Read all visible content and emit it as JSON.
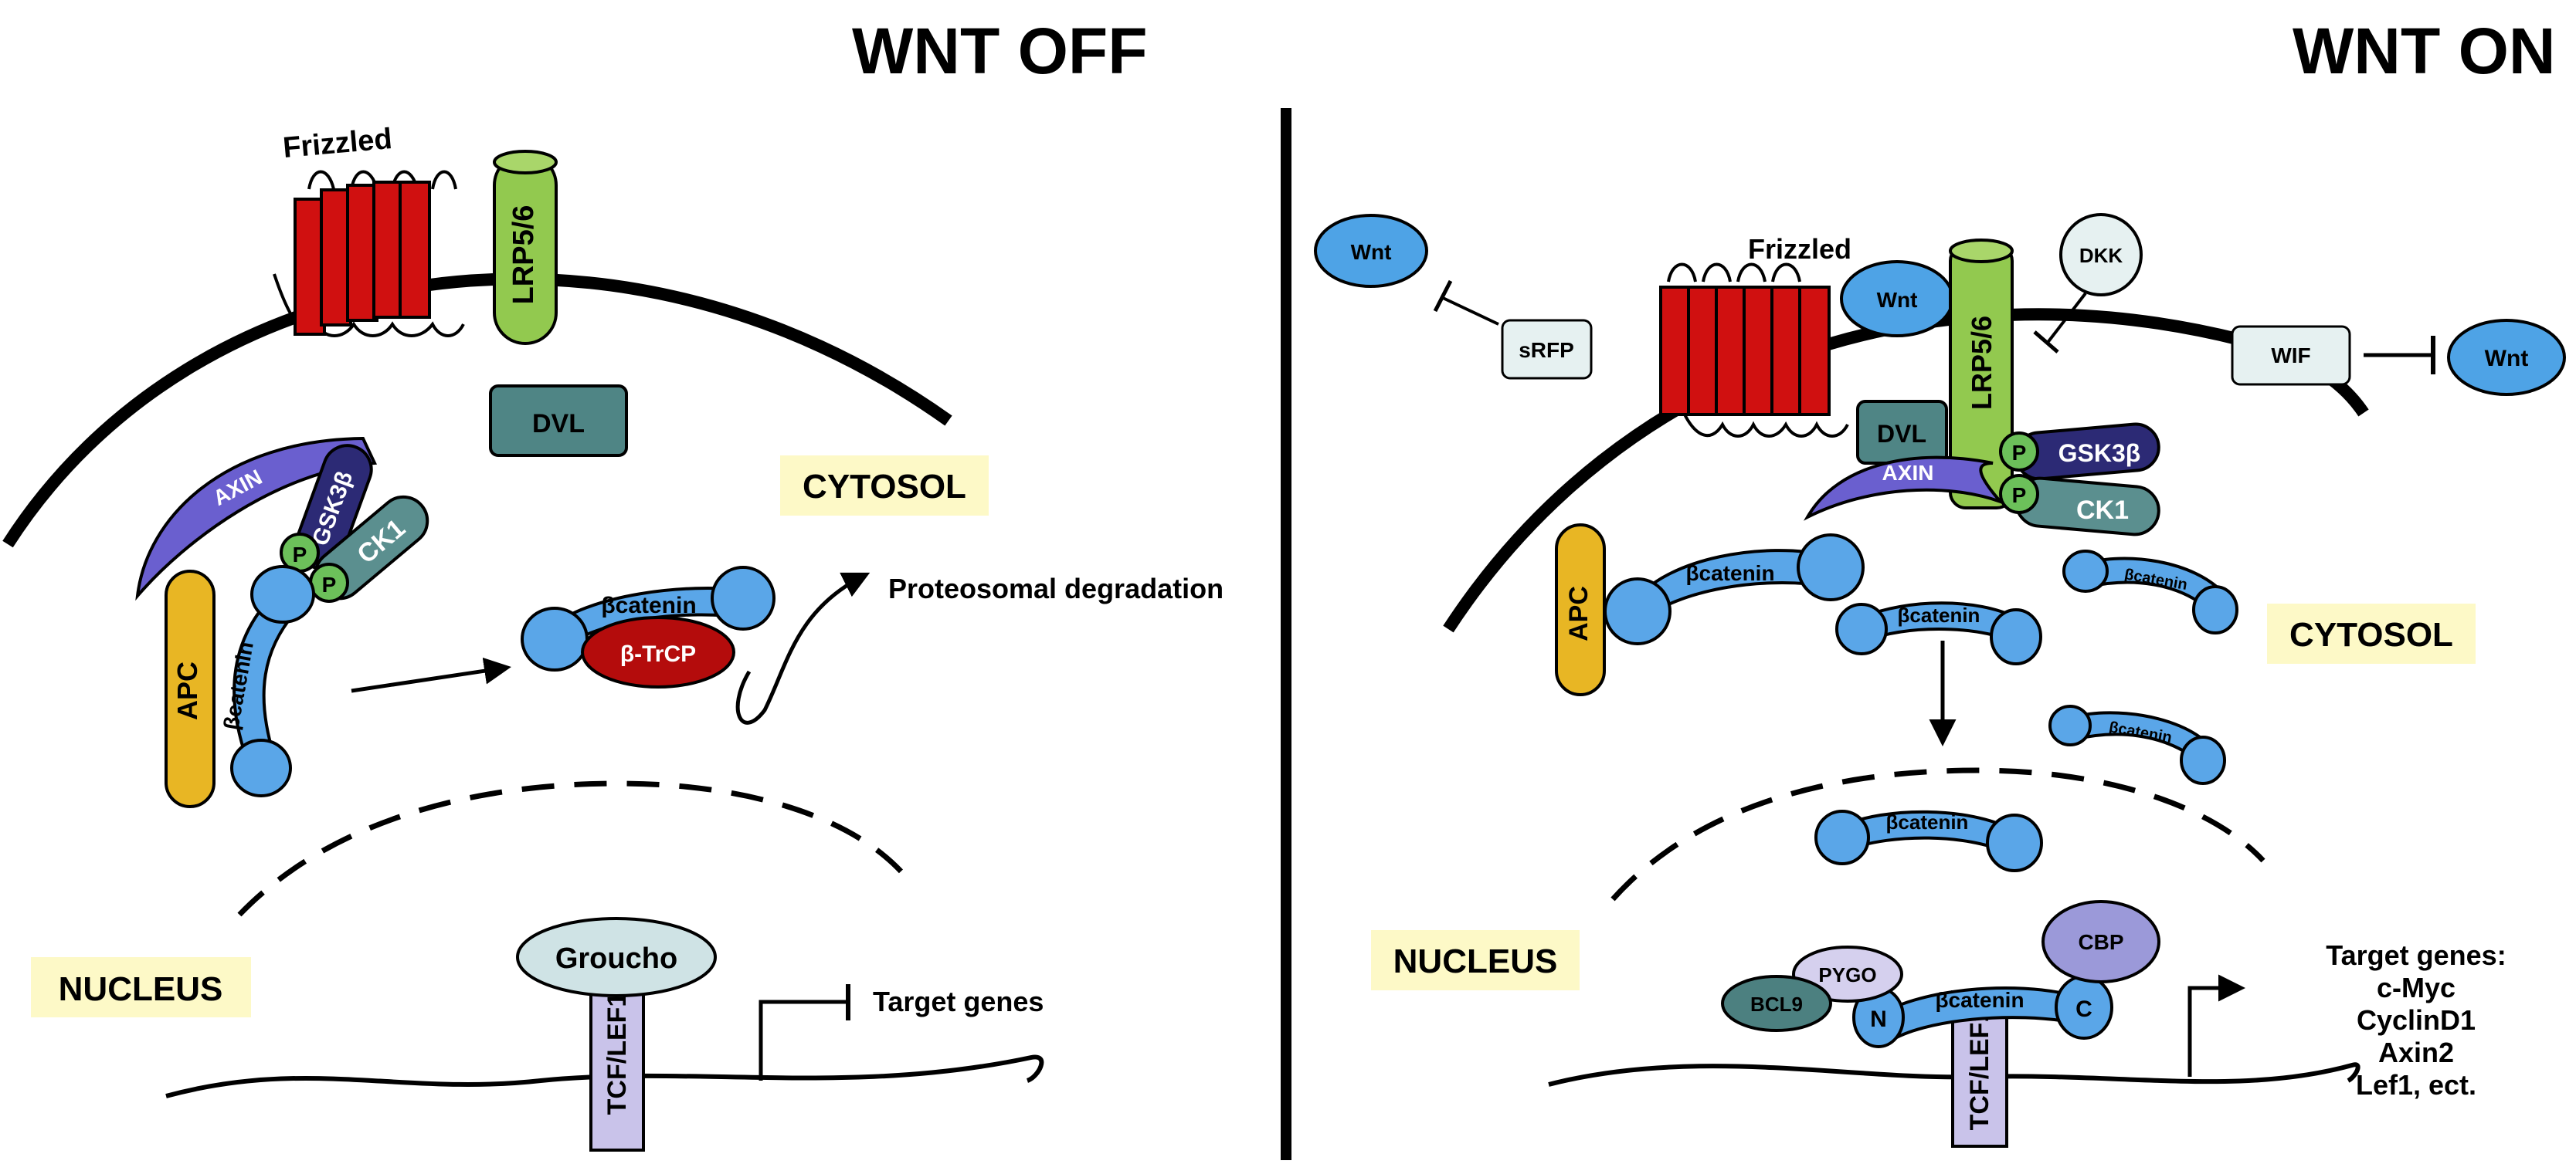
{
  "left_panel": {
    "title": "WNT OFF",
    "frizzled": "Frizzled",
    "lrp": "LRP5/6",
    "dvl": "DVL",
    "axin": "AXIN",
    "gsk3b": "GSK3β",
    "ck1": "CK1",
    "phospho": "P",
    "apc": "APC",
    "bcatenin": "βcatenin",
    "btrcp": "β-TrCP",
    "degradation": "Proteosomal degradation",
    "cytosol": "CYTOSOL",
    "nucleus": "NUCLEUS",
    "groucho": "Groucho",
    "tcf": "TCF/LEF1",
    "target_genes": "Target genes"
  },
  "right_panel": {
    "title": "WNT ON",
    "wnt": "Wnt",
    "sfrp": "sRFP",
    "frizzled": "Frizzled",
    "lrp": "LRP5/6",
    "dkk": "DKK",
    "wif": "WIF",
    "dvl": "DVL",
    "axin": "AXIN",
    "gsk3b": "GSK3β",
    "ck1": "CK1",
    "phospho": "P",
    "apc": "APC",
    "bcatenin": "βcatenin",
    "cytosol": "CYTOSOL",
    "nucleus": "NUCLEUS",
    "pygo": "PYGO",
    "bcl9": "BCL9",
    "cbp": "CBP",
    "n_term": "N",
    "c_term": "C",
    "tcf": "TCF/LEF1",
    "target_genes_title": "Target genes:",
    "target_genes": [
      "c-Myc",
      "CyclinD1",
      "Axin2",
      "Lef1, ect."
    ]
  },
  "colors": {
    "frizzled_red": "#d01010",
    "lrp_green": "#92c94f",
    "dvl_teal": "#4f8585",
    "axin_purple": "#6a5fcf",
    "gsk_navy": "#2c2a75",
    "ck1_teal": "#5b8f8f",
    "phospho_green": "#6cc05a",
    "apc_gold": "#e8b624",
    "bcatenin_blue": "#5aa6e8",
    "btrcp_red": "#b40c0c",
    "label_yellow": "#fdf9c7",
    "groucho_lightblue": "#cfe3e5",
    "tcf_lavender": "#c9c3ea",
    "wnt_blue": "#4ea3e6",
    "pale_box": "#e6f1f1",
    "cbp_lavender": "#9b99d9",
    "bcl9_teal": "#4c8080"
  }
}
